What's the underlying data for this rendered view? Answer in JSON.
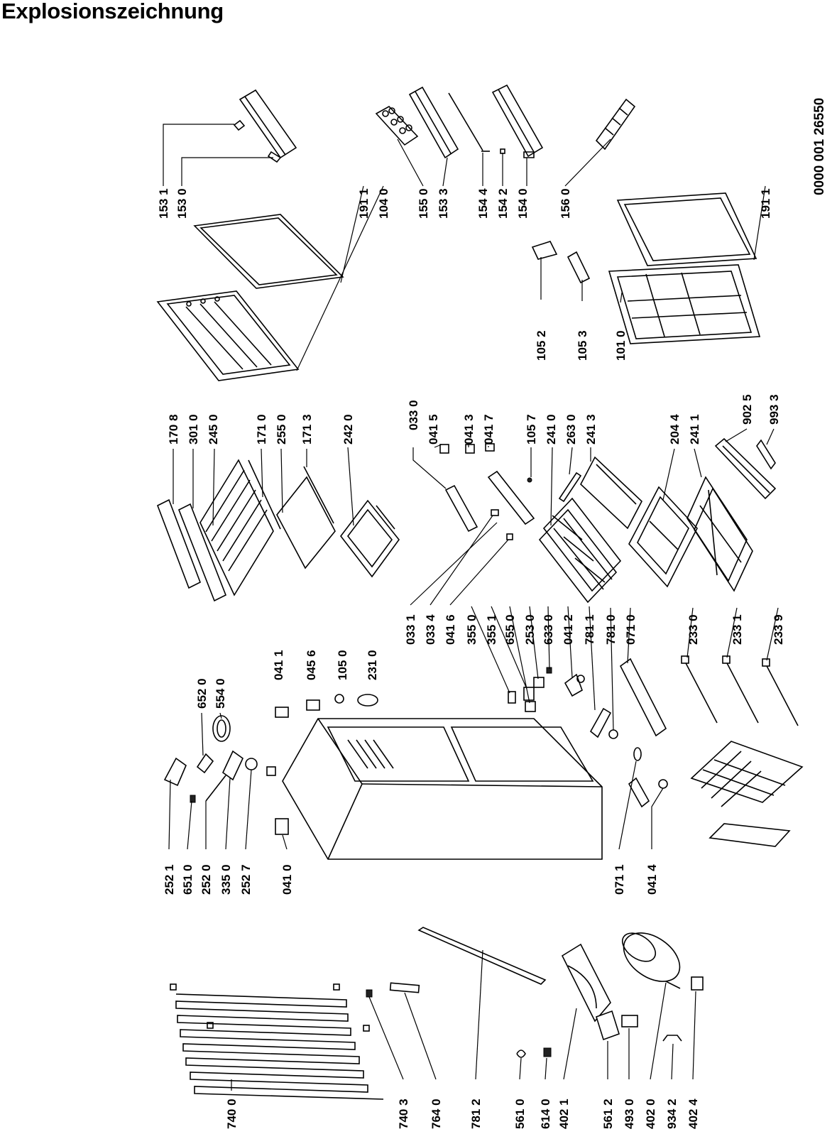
{
  "title": "Explosionszeichnung",
  "doc_number": "0000 001 26550",
  "labels": [
    {
      "id": "l01",
      "text": "153 1"
    },
    {
      "id": "l02",
      "text": "153 0"
    },
    {
      "id": "l03",
      "text": "191 1"
    },
    {
      "id": "l04",
      "text": "104 0"
    },
    {
      "id": "l05",
      "text": "155 0"
    },
    {
      "id": "l06",
      "text": "153 3"
    },
    {
      "id": "l07",
      "text": "154 4"
    },
    {
      "id": "l08",
      "text": "154 2"
    },
    {
      "id": "l09",
      "text": "154 0"
    },
    {
      "id": "l10",
      "text": "156 0"
    },
    {
      "id": "l11",
      "text": "191 1"
    },
    {
      "id": "l12",
      "text": "105 2"
    },
    {
      "id": "l13",
      "text": "105 3"
    },
    {
      "id": "l14",
      "text": "101 0"
    },
    {
      "id": "l15",
      "text": "170 8"
    },
    {
      "id": "l16",
      "text": "301 0"
    },
    {
      "id": "l17",
      "text": "245 0"
    },
    {
      "id": "l18",
      "text": "171 0"
    },
    {
      "id": "l19",
      "text": "255 0"
    },
    {
      "id": "l20",
      "text": "171 3"
    },
    {
      "id": "l21",
      "text": "242 0"
    },
    {
      "id": "l22",
      "text": "033 0"
    },
    {
      "id": "l23",
      "text": "041 5"
    },
    {
      "id": "l24",
      "text": "041 3"
    },
    {
      "id": "l25",
      "text": "041 7"
    },
    {
      "id": "l26",
      "text": "105 7"
    },
    {
      "id": "l27",
      "text": "241 0"
    },
    {
      "id": "l28",
      "text": "263 0"
    },
    {
      "id": "l29",
      "text": "241 3"
    },
    {
      "id": "l30",
      "text": "204 4"
    },
    {
      "id": "l31",
      "text": "241 1"
    },
    {
      "id": "l32",
      "text": "902 5"
    },
    {
      "id": "l33",
      "text": "993 3"
    },
    {
      "id": "l34",
      "text": "652 0"
    },
    {
      "id": "l35",
      "text": "554 0"
    },
    {
      "id": "l36",
      "text": "041 1"
    },
    {
      "id": "l37",
      "text": "045 6"
    },
    {
      "id": "l38",
      "text": "105 0"
    },
    {
      "id": "l39",
      "text": "231 0"
    },
    {
      "id": "l40",
      "text": "033 1"
    },
    {
      "id": "l41",
      "text": "033 4"
    },
    {
      "id": "l42",
      "text": "041 6"
    },
    {
      "id": "l43",
      "text": "355 0"
    },
    {
      "id": "l44",
      "text": "355 1"
    },
    {
      "id": "l45",
      "text": "655 0"
    },
    {
      "id": "l46",
      "text": "253 0"
    },
    {
      "id": "l47",
      "text": "633 0"
    },
    {
      "id": "l48",
      "text": "041 2"
    },
    {
      "id": "l49",
      "text": "781 1"
    },
    {
      "id": "l50",
      "text": "781 0"
    },
    {
      "id": "l51",
      "text": "071 0"
    },
    {
      "id": "l52",
      "text": "233 0"
    },
    {
      "id": "l53",
      "text": "233 1"
    },
    {
      "id": "l54",
      "text": "233 9"
    },
    {
      "id": "l55",
      "text": "252 1"
    },
    {
      "id": "l56",
      "text": "651 0"
    },
    {
      "id": "l57",
      "text": "252 0"
    },
    {
      "id": "l58",
      "text": "335 0"
    },
    {
      "id": "l59",
      "text": "252 7"
    },
    {
      "id": "l60",
      "text": "041 0"
    },
    {
      "id": "l61",
      "text": "071 1"
    },
    {
      "id": "l62",
      "text": "041 4"
    },
    {
      "id": "l63",
      "text": "740 0"
    },
    {
      "id": "l64",
      "text": "740 3"
    },
    {
      "id": "l65",
      "text": "764 0"
    },
    {
      "id": "l66",
      "text": "781 2"
    },
    {
      "id": "l67",
      "text": "561 0"
    },
    {
      "id": "l68",
      "text": "614 0"
    },
    {
      "id": "l69",
      "text": "402 1"
    },
    {
      "id": "l70",
      "text": "561 2"
    },
    {
      "id": "l71",
      "text": "493 0"
    },
    {
      "id": "l72",
      "text": "402 0"
    },
    {
      "id": "l73",
      "text": "934 2"
    },
    {
      "id": "l74",
      "text": "402 4"
    }
  ]
}
